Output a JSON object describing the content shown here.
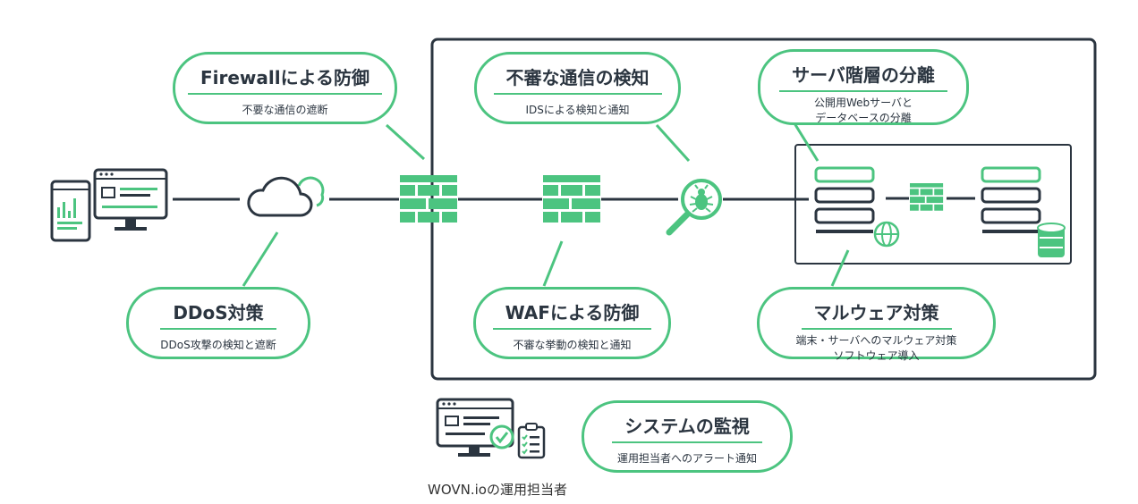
{
  "bubbles": {
    "firewall": {
      "title": "Firewallによる防御",
      "desc": "不要な通信の遮断"
    },
    "ids": {
      "title": "不審な通信の検知",
      "desc": "IDSによる検知と通知"
    },
    "server": {
      "title": "サーバ階層の分離",
      "desc": "公開用Webサーバと\nデータベースの分離"
    },
    "ddos": {
      "title": "DDoS対策",
      "desc": "DDoS攻撃の検知と遮断"
    },
    "waf": {
      "title": "WAFによる防御",
      "desc": "不審な挙動の検知と通知"
    },
    "malware": {
      "title": "マルウェア対策",
      "desc": "端末・サーバへのマルウェア対策\nソフトウェア導入"
    },
    "monitor": {
      "title": "システムの監視",
      "desc": "運用担当者へのアラート通知"
    }
  },
  "operator_caption": "WOVN.ioの運用担当者",
  "colors": {
    "accent": "#4cc480",
    "dark": "#2b3540"
  },
  "icons": [
    "devices-icon",
    "cloud-icon",
    "firewall-icon",
    "bug-search-icon",
    "server-icon",
    "database-icon",
    "globe-icon",
    "monitor-check-icon",
    "clipboard-icon"
  ]
}
